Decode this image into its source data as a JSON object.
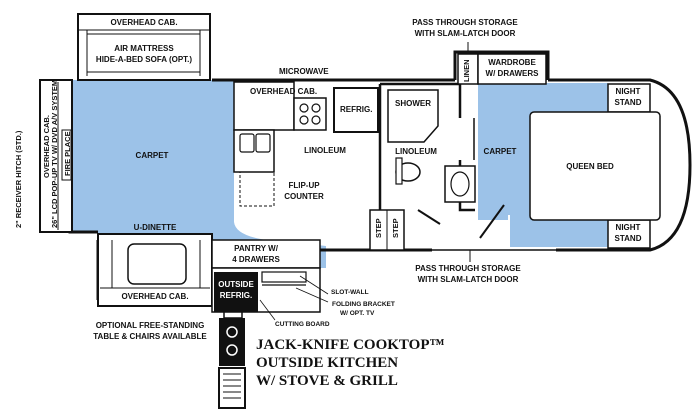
{
  "labels": {
    "overhead_cab_top": "OVERHEAD CAB.",
    "air_mattress": "AIR MATTRESS",
    "hide_a_bed": "HIDE-A-BED SOFA (OPT.)",
    "microwave": "MICROWAVE",
    "overhead_cab_kitchen": "OVERHEAD CAB.",
    "refrig": "REFRIG.",
    "shower": "SHOWER",
    "linen": "LINEN",
    "wardrobe": "WARDROBE",
    "wardrobe_drawers": "W/ DRAWERS",
    "pass_through_top_1": "PASS THROUGH STORAGE",
    "pass_through_top_2": "WITH SLAM-LATCH DOOR",
    "night_stand_top_1": "NIGHT",
    "night_stand_top_2": "STAND",
    "carpet_living": "CARPET",
    "linoleum_kitchen": "LINOLEUM",
    "linoleum_bath": "LINOLEUM",
    "carpet_bedroom": "CARPET",
    "queen_bed": "QUEEN BED",
    "flip_up_1": "FLIP-UP",
    "flip_up_2": "COUNTER",
    "step_1": "STEP",
    "step_2": "STEP",
    "night_stand_bottom_1": "NIGHT",
    "night_stand_bottom_2": "STAND",
    "u_dinette": "U-DINETTE",
    "pantry_1": "PANTRY W/",
    "pantry_2": "4 DRAWERS",
    "overhead_cab_bottom": "OVERHEAD CAB.",
    "outside_refrig_1": "OUTSIDE",
    "outside_refrig_2": "REFRIG.",
    "slot_wall": "SLOT-WALL",
    "folding_bracket_1": "FOLDING BRACKET",
    "folding_bracket_2": "W/ OPT. TV",
    "cutting_board": "CUTTING BOARD",
    "pass_through_bottom_1": "PASS THROUGH STORAGE",
    "pass_through_bottom_2": "WITH SLAM-LATCH DOOR",
    "optional_table_1": "OPTIONAL FREE-STANDING",
    "optional_table_2": "TABLE & CHAIRS AVAILABLE",
    "receiver_hitch": "2\" RECEIVER HITCH (STD.)",
    "overhead_cab_left": "OVERHEAD CAB.",
    "lcd_tv": "26\" LCD POP-UP TV W/ DVD A/V SYSTEM",
    "fire_place": "FIRE PLACE",
    "cooktop_1": "JACK-KNIFE COOKTOP™",
    "cooktop_2": "OUTSIDE KITCHEN",
    "cooktop_3": "W/ STOVE & GRILL"
  },
  "colors": {
    "carpet_fill": "#9cc2e8",
    "wall": "#111111",
    "fridge_fill": "#111111"
  }
}
